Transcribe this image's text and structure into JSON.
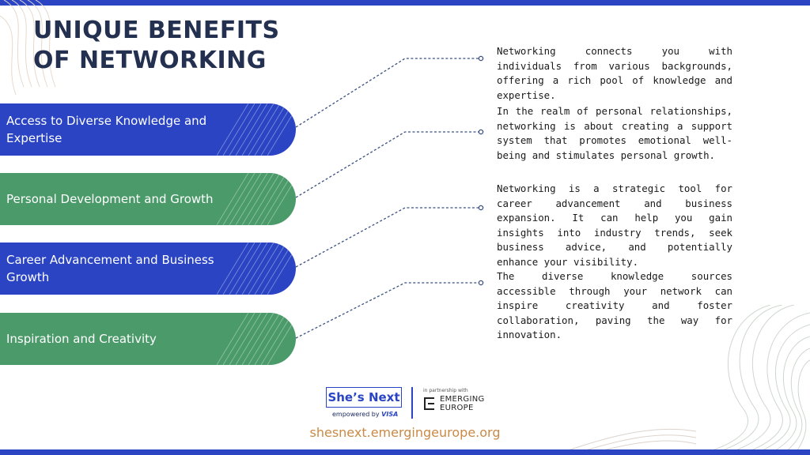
{
  "title": {
    "line1": "UNIQUE BENEFITS",
    "line2": "OF NETWORKING"
  },
  "benefits": [
    {
      "label": "Access to Diverse Knowledge and Expertise",
      "color": "#2a44c4",
      "description": "Networking connects you with individuals from various backgrounds, offering a rich pool of knowledge and expertise."
    },
    {
      "label": "Personal Development and Growth",
      "color": "#4b9a6a",
      "description": "In the realm of personal relationships, networking is about creating a support system that promotes emotional well-being and stimulates personal growth."
    },
    {
      "label": "Career Advancement and Business Growth",
      "color": "#2a44c4",
      "description": "Networking is a strategic tool for career advancement and business expansion. It can help you gain insights into industry trends, seek business advice, and potentially enhance your visibility."
    },
    {
      "label": "Inspiration and Creativity",
      "color": "#4b9a6a",
      "description": "The diverse knowledge sources accessible through your network can inspire creativity and foster collaboration, paving the way for innovation."
    }
  ],
  "footer": {
    "brand": "She’s Next",
    "empowered": "empowered by",
    "visa": "VISA",
    "partnership": "in partnership with",
    "partner_line1": "EMERGING",
    "partner_line2": "EUROPE",
    "url": "shesnext.emergingeurope.org"
  },
  "colors": {
    "brand_blue": "#2a44c4",
    "brand_green": "#4b9a6a",
    "title_navy": "#233050",
    "url_gold": "#c98a45"
  }
}
